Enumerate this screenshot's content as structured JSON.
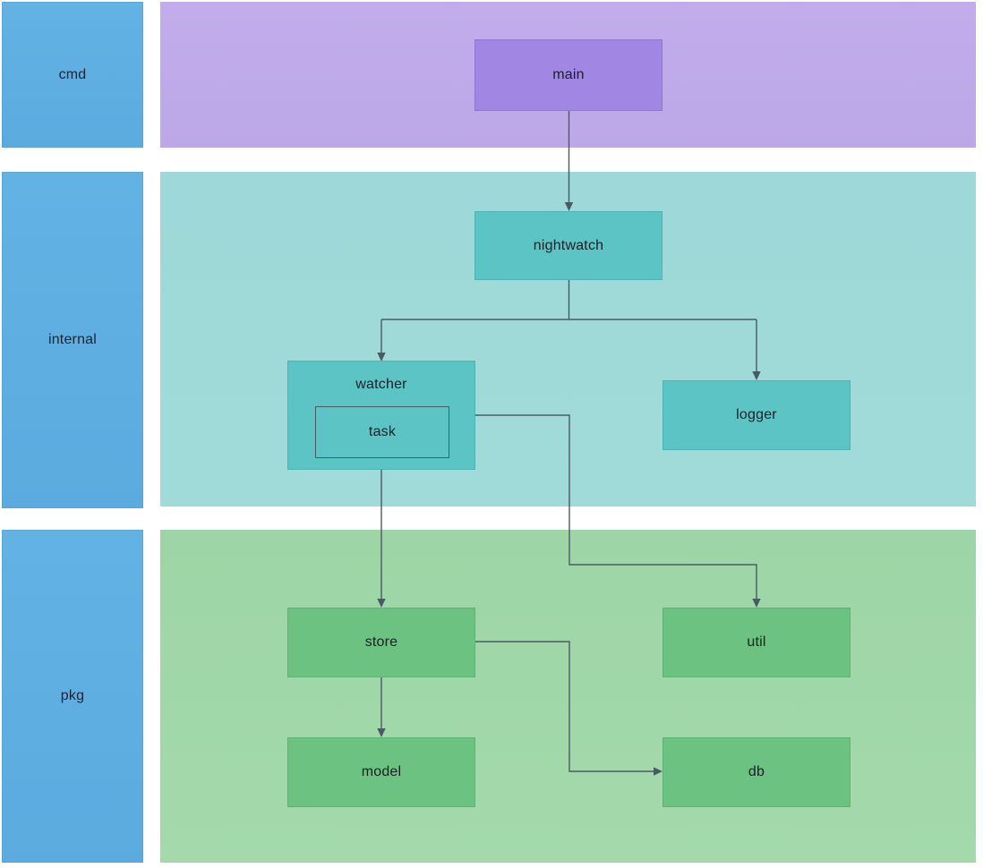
{
  "diagram": {
    "title": "Go project package dependency diagram",
    "type": "layered-block-diagram",
    "colors": {
      "lane_label": "#5cabe0",
      "band_cmd": "#c0aae8",
      "band_internal": "#9fd9d8",
      "band_pkg": "#a1d7a8",
      "node_main": "#a186e3",
      "node_internal": "#5cc4c4",
      "node_pkg": "#6cc281",
      "edge": "#4a5a63",
      "text": "#1b1f27",
      "background": "#ffffff"
    }
  },
  "lanes": [
    {
      "id": "cmd",
      "label": "cmd"
    },
    {
      "id": "internal",
      "label": "internal"
    },
    {
      "id": "pkg",
      "label": "pkg"
    }
  ],
  "nodes": [
    {
      "id": "main",
      "label": "main",
      "lane": "cmd"
    },
    {
      "id": "nightwatch",
      "label": "nightwatch",
      "lane": "internal"
    },
    {
      "id": "watcher",
      "label": "watcher",
      "lane": "internal"
    },
    {
      "id": "task",
      "label": "task",
      "lane": "internal",
      "parent": "watcher"
    },
    {
      "id": "logger",
      "label": "logger",
      "lane": "internal"
    },
    {
      "id": "store",
      "label": "store",
      "lane": "pkg"
    },
    {
      "id": "util",
      "label": "util",
      "lane": "pkg"
    },
    {
      "id": "model",
      "label": "model",
      "lane": "pkg"
    },
    {
      "id": "db",
      "label": "db",
      "lane": "pkg"
    }
  ],
  "edges": [
    {
      "from": "main",
      "to": "nightwatch"
    },
    {
      "from": "nightwatch",
      "to": "watcher"
    },
    {
      "from": "nightwatch",
      "to": "logger"
    },
    {
      "from": "watcher",
      "to": "util"
    },
    {
      "from": "task",
      "to": "store"
    },
    {
      "from": "store",
      "to": "model"
    },
    {
      "from": "store",
      "to": "db"
    }
  ]
}
